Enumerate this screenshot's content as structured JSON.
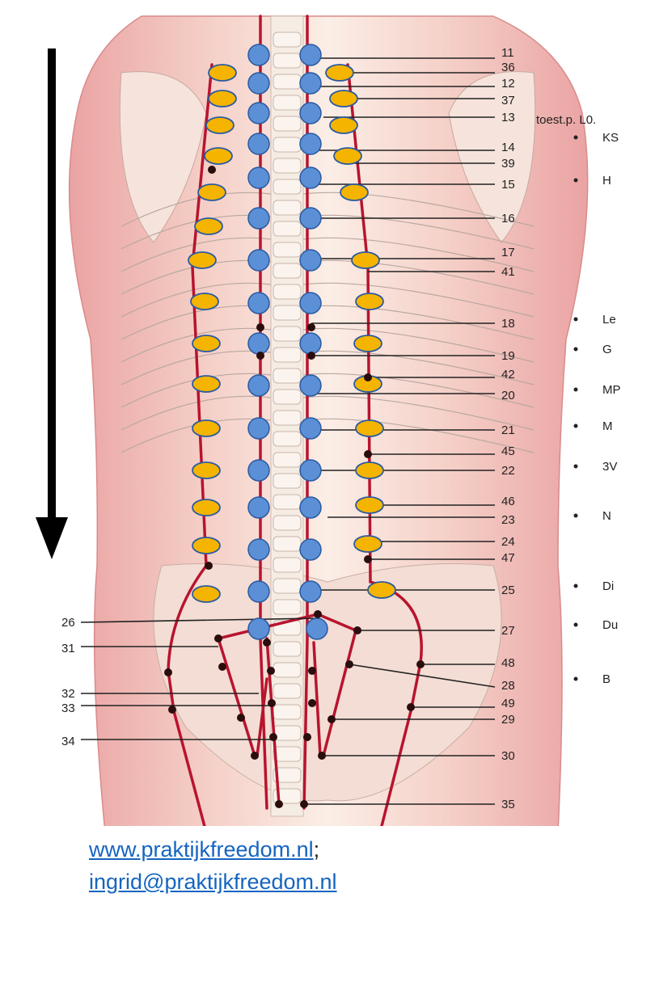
{
  "legend": {
    "header": "toest.p. L0.",
    "items": [
      "KS",
      "H",
      "Le",
      "G",
      "MP",
      "M",
      "3V",
      "N",
      "Di",
      "Du",
      "B"
    ]
  },
  "point_labels_left": [
    "26",
    "31",
    "32",
    "33",
    "34"
  ],
  "point_labels_right": [
    "11",
    "36",
    "12",
    "37",
    "13",
    "14",
    "39",
    "15",
    "16",
    "17",
    "41",
    "18",
    "19",
    "42",
    "20",
    "21",
    "45",
    "22",
    "46",
    "23",
    "24",
    "47",
    "25",
    "27",
    "48",
    "28",
    "49",
    "29",
    "30",
    "35"
  ],
  "footer": {
    "website": "www.praktijkfreedom.nl",
    "separator": ";",
    "email": "ingrid@praktijkfreedom.nl"
  },
  "colors": {
    "meridian": "#b8142e",
    "blue_point": "#5b8fd6",
    "yellow_point": "#f5b400",
    "muscle": "#e8a0a0",
    "arrow": "#000000"
  },
  "icons": {
    "direction": "down-arrow-icon"
  }
}
